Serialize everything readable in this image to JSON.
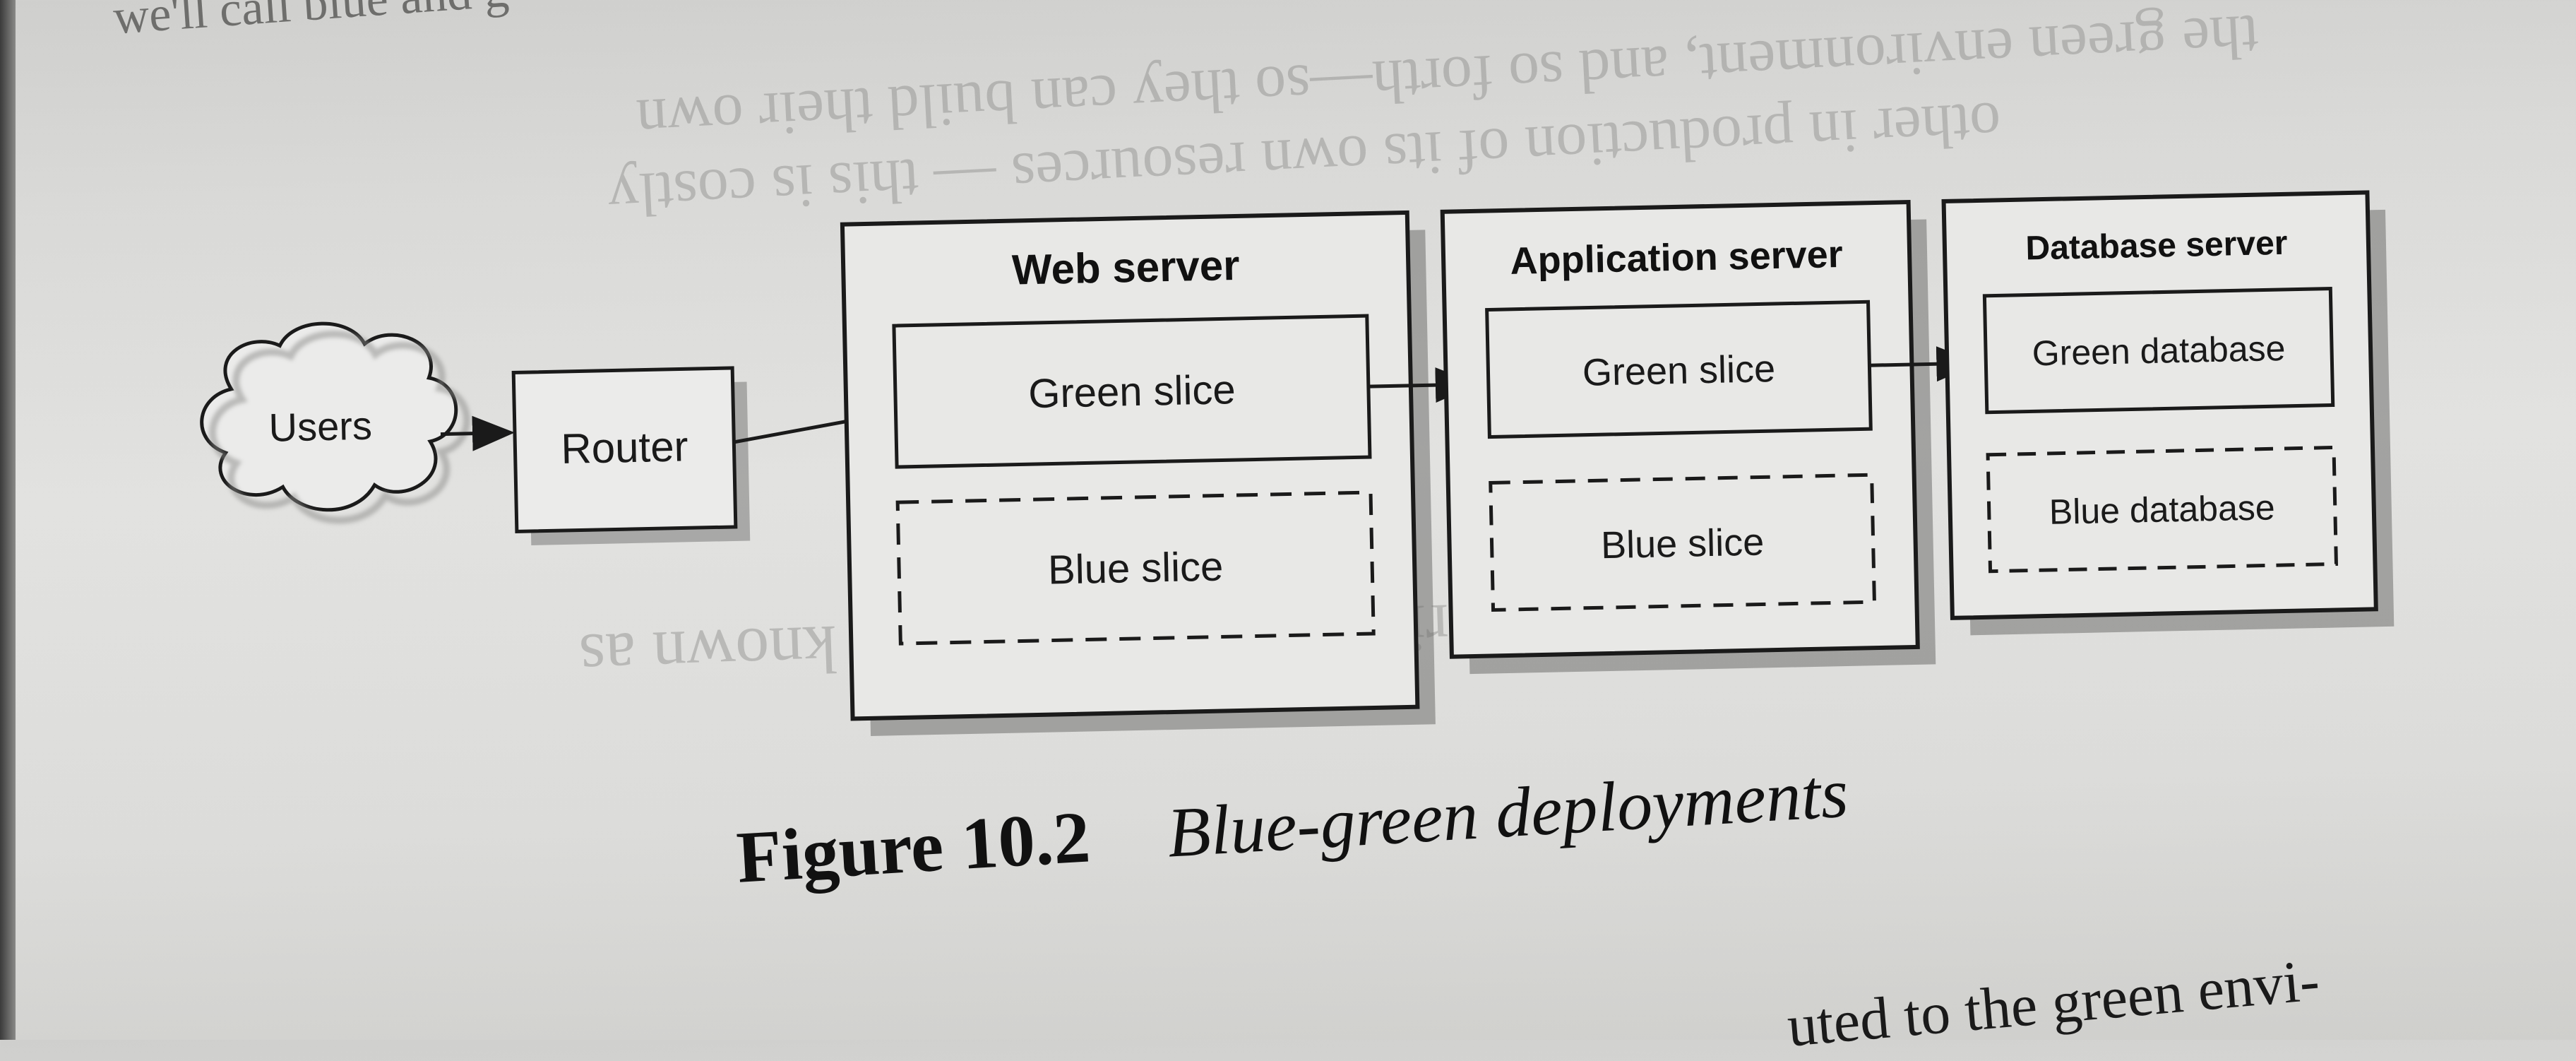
{
  "page_text": {
    "top_snippet": "we'll call blue and g",
    "bottom_snippet": "uted to the green envi-"
  },
  "diagram": {
    "users": "Users",
    "router": "Router",
    "web_server": {
      "title": "Web server",
      "green": "Green slice",
      "blue": "Blue slice"
    },
    "app_server": {
      "title": "Application server",
      "green": "Green slice",
      "blue": "Blue slice"
    },
    "db_server": {
      "title": "Database server",
      "green": "Green database",
      "blue": "Blue database"
    }
  },
  "caption": {
    "number": "Figure 10.2",
    "title": "Blue-green deployments"
  }
}
